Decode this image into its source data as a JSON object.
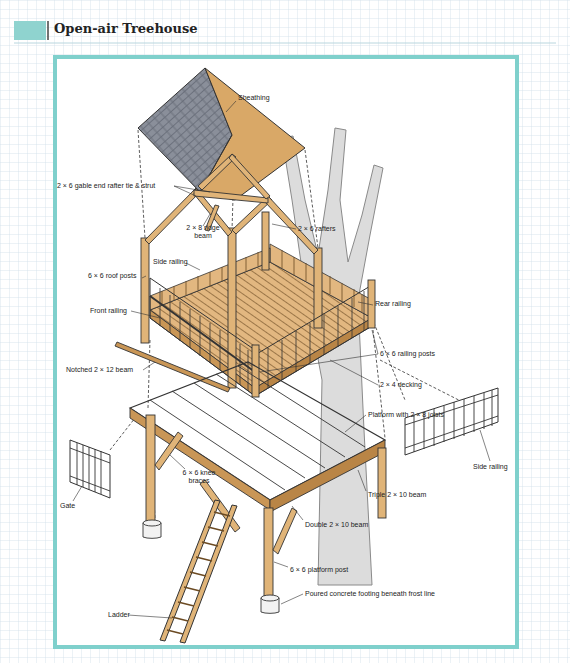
{
  "diagram": {
    "title": "Open-air Treehouse",
    "labels": [
      "Sheathing",
      "2 × 6 gable end rafter tie & strut",
      "2 × 8 ridge beam",
      "2 × 6 rafters",
      "Side railing",
      "6 × 6 roof posts",
      "Front railing",
      "Rear railing",
      "6 × 6 railing posts",
      "Notched 2 × 12 beam",
      "2 × 4 decking",
      "Platform with 2 × 8 joists",
      "Side railing",
      "6 × 6 knee braces",
      "Gate",
      "Triple 2 × 10 beam",
      "Double 2 × 10 beam",
      "6 × 6 platform post",
      "Poured concrete footing beneath frost line",
      "Ladder"
    ]
  }
}
